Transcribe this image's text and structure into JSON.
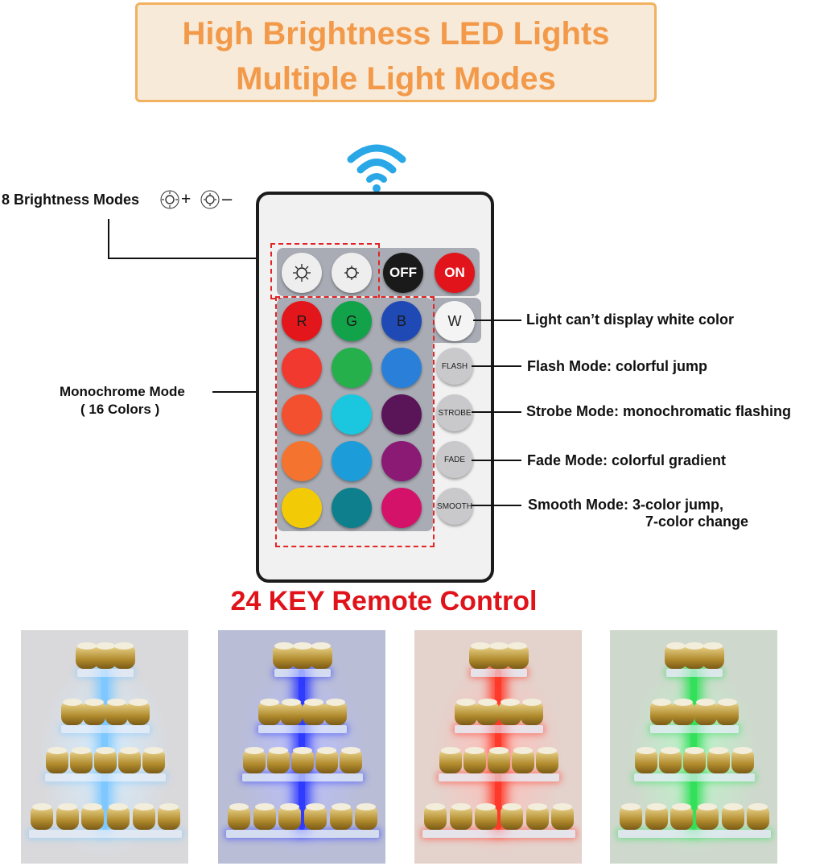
{
  "title": {
    "line1": "High Brightness LED Lights",
    "line2": "Multiple Light Modes"
  },
  "callouts": {
    "brightness": "8 Brightness Modes",
    "brightness_plus": "+",
    "brightness_minus": "–",
    "monochrome_line1": "Monochrome Mode",
    "monochrome_line2": "( 16 Colors )",
    "white": "Light can’t display white color",
    "flash": "Flash Mode: colorful jump",
    "strobe": "Strobe Mode: monochromatic flashing",
    "fade": "Fade Mode: colorful gradient",
    "smooth_line1": "Smooth Mode: 3-color jump,",
    "smooth_line2": "7-color change"
  },
  "remote": {
    "caption": "24 KEY Remote Control",
    "keys": {
      "off": "OFF",
      "on": "ON",
      "r": "R",
      "g": "G",
      "b": "B",
      "w": "W",
      "flash": "FLASH",
      "strobe": "STROBE",
      "fade": "FADE",
      "smooth": "SMOOTH"
    },
    "color_grid": [
      [
        "#e2161b",
        "#12a24a",
        "#1f49b4"
      ],
      [
        "#f1392f",
        "#25b04c",
        "#2a7fd8"
      ],
      [
        "#f3502f",
        "#1bc7de",
        "#5a1458"
      ],
      [
        "#f4742f",
        "#1c9cd8",
        "#8a1a74"
      ],
      [
        "#f2cb06",
        "#0e7f8c",
        "#d4126a"
      ]
    ]
  },
  "photos": [
    {
      "light": "#7fc8ff",
      "bg": "#d9d9dc"
    },
    {
      "light": "#2f3cff",
      "bg": "#b9bdd6"
    },
    {
      "light": "#ff3a2a",
      "bg": "#e4d2cc"
    },
    {
      "light": "#33e05a",
      "bg": "#cfd8cd"
    }
  ]
}
